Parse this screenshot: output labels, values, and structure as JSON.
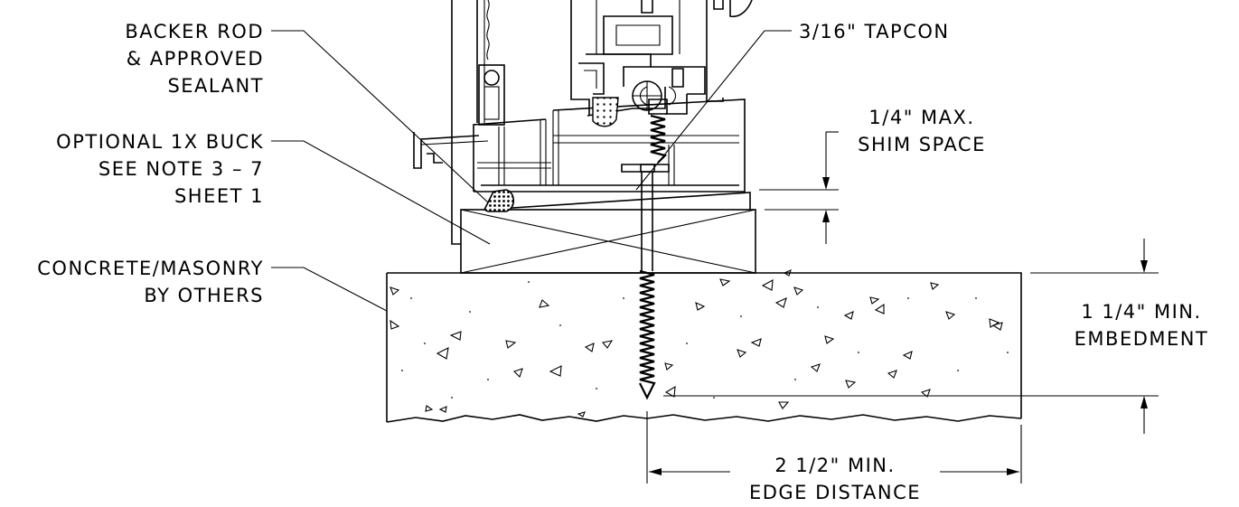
{
  "labels": {
    "backer_rod": [
      "BACKER ROD",
      "& APPROVED",
      "SEALANT"
    ],
    "buck": [
      "OPTIONAL 1X BUCK",
      "SEE NOTE 3 – 7",
      "SHEET 1"
    ],
    "concrete": [
      "CONCRETE/MASONRY",
      "BY OTHERS"
    ],
    "tapcon": "3/16\" TAPCON",
    "shim": [
      "1/4\" MAX.",
      "SHIM SPACE"
    ],
    "embedment": [
      "1 1/4\" MIN.",
      "EMBEDMENT"
    ],
    "edge": [
      "2 1/2\" MIN.",
      "EDGE DISTANCE"
    ]
  },
  "colors": {
    "ink": "#000000",
    "background": "#ffffff"
  }
}
